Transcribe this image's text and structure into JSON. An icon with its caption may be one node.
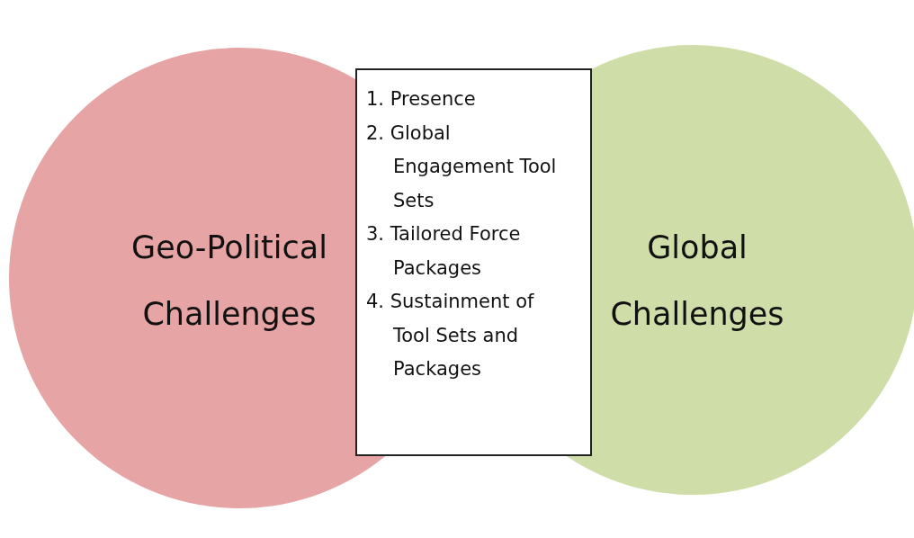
{
  "diagram": {
    "nodes": [
      {
        "text": [
          "Geo-Political Challenges"
        ]
      },
      {
        "text": [
          "Global Challenges"
        ]
      },
      {
        "text": [
          "1. Presence",
          "2. Global Engagement Tool Sets",
          "3. Tailored Force Packages",
          "4. Sustainment of Tool Sets and Packages"
        ]
      }
    ],
    "edges": []
  }
}
